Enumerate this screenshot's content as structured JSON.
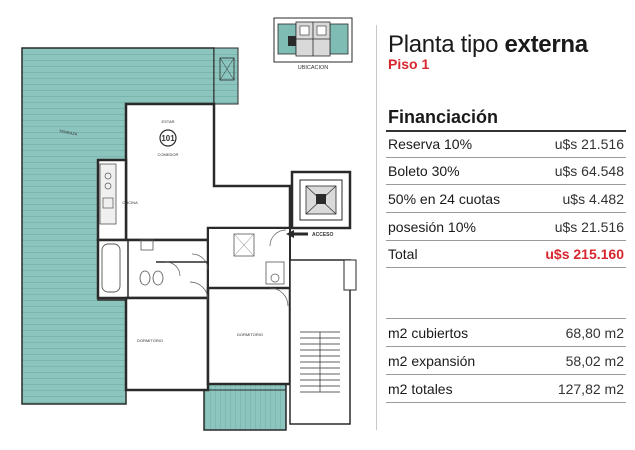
{
  "plan": {
    "location_label": "UBICACION",
    "unit_number": "101",
    "rooms": {
      "terrace": "TERRAZA",
      "living": "ESTAR",
      "dining": "COMEDOR",
      "kitchen": "COCINA",
      "bedroom_1": "DORMITORIO",
      "bedroom_2": "DORMITORIO"
    },
    "access_label": "ACCESO"
  },
  "header": {
    "title_prefix": "Planta tipo",
    "title_bold": "externa",
    "floor": "Piso 1"
  },
  "financing": {
    "heading": "Financiación",
    "rows": [
      {
        "label": "Reserva 10%",
        "value": "u$s 21.516"
      },
      {
        "label": "Boleto 30%",
        "value": "u$s 64.548"
      },
      {
        "label": "50% en 24 cuotas",
        "value": "u$s 4.482"
      },
      {
        "label": "posesión 10%",
        "value": "u$s 21.516"
      }
    ],
    "total_label": "Total",
    "total_value": "u$s 215.160"
  },
  "areas": [
    {
      "label": "m2 cubiertos",
      "value": "68,80 m2"
    },
    {
      "label": "m2 expansión",
      "value": "58,02 m2"
    },
    {
      "label": "m2 totales",
      "value": "127,82 m2"
    }
  ],
  "colors": {
    "accent_red": "#d8262f",
    "terrace_teal": "#7fbcb4",
    "wall": "#2a2a2a"
  }
}
